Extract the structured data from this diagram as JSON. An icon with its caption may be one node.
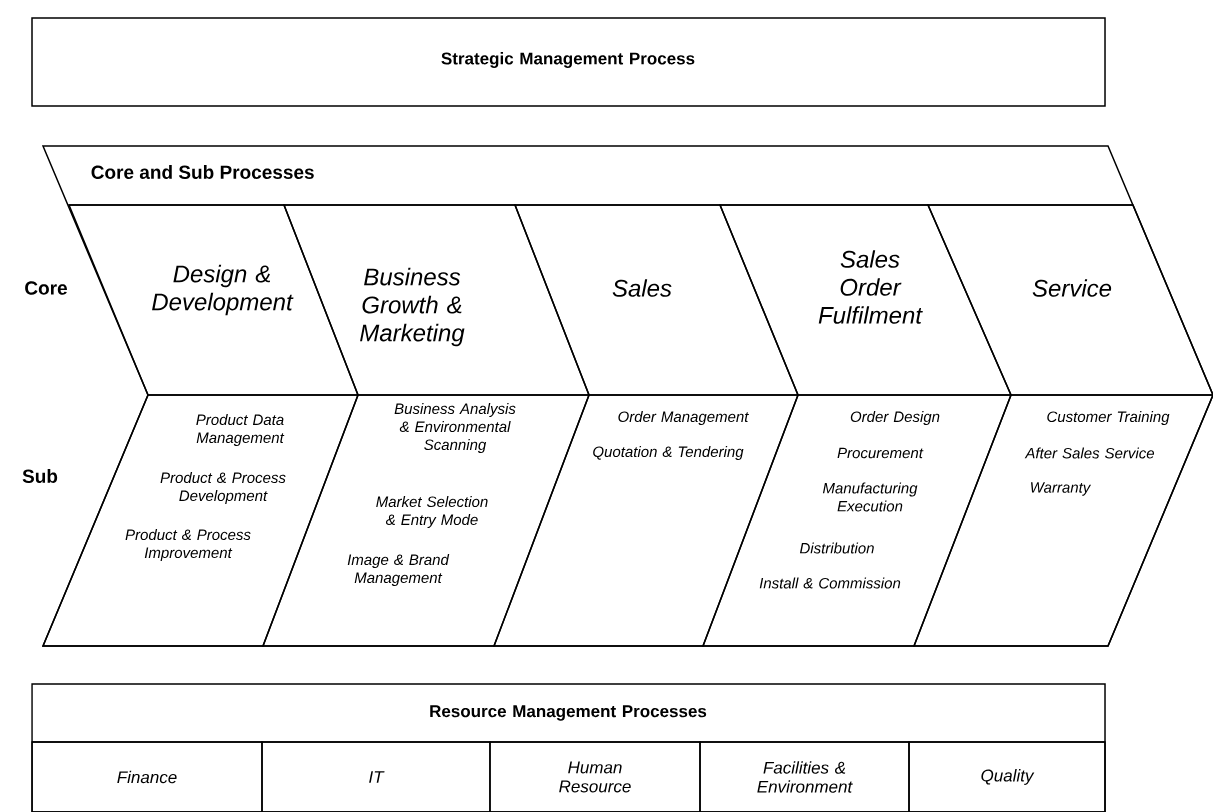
{
  "diagram": {
    "nodes": [
      {
        "text": [
          "Strategic Management Process"
        ]
      },
      {
        "text": [
          "Core and Sub Processes"
        ]
      },
      {
        "text": [
          "Design & Development"
        ],
        "in": 1
      },
      {
        "text": [
          "Business Growth & Marketing"
        ],
        "in": 1
      },
      {
        "text": [
          "Sales"
        ],
        "in": 1
      },
      {
        "text": [
          "Sales Order Fulfilment"
        ],
        "in": 1
      },
      {
        "text": [
          "Service"
        ],
        "in": 1
      },
      {
        "text": [
          "Product Data Management",
          "Product & Process Development",
          "Product & Process Improvement"
        ],
        "in": 1
      },
      {
        "text": [
          "Business Analysis & Environmental Scanning",
          "Market Selection & Entry Mode",
          "Image & Brand Management"
        ],
        "in": 1
      },
      {
        "text": [
          "Order Management",
          "Quotation & Tendering"
        ],
        "in": 1
      },
      {
        "text": [
          "Order Design",
          "Procurement",
          "Manufacturing Execution",
          "Distribution",
          "Install & Commission"
        ],
        "in": 1
      },
      {
        "text": [
          "Customer Training",
          "After Sales Service",
          "Warranty"
        ],
        "in": 1
      },
      {
        "text": [
          "Resource Management Processes"
        ]
      },
      {
        "text": [
          "Finance"
        ],
        "in": 12
      },
      {
        "text": [
          "IT"
        ],
        "in": 12
      },
      {
        "text": [
          "Human Resource"
        ],
        "in": 12
      },
      {
        "text": [
          "Facilities & Environment"
        ],
        "in": 12
      },
      {
        "text": [
          "Quality"
        ],
        "in": 12
      }
    ],
    "edges": [],
    "labels": [
      "Core",
      "Sub"
    ]
  }
}
